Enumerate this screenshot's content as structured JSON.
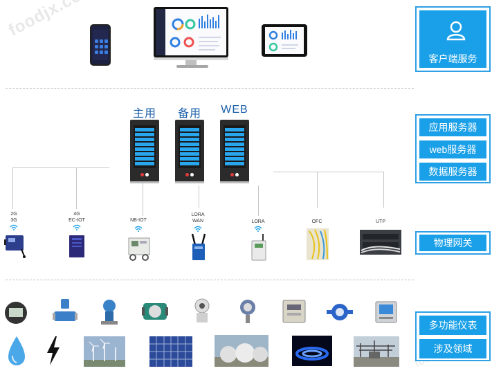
{
  "panels": {
    "client": {
      "label": "客户端服务",
      "icon": "user-icon"
    },
    "servers": {
      "items": [
        "应用服务器",
        "web服务器",
        "数据服务器"
      ]
    },
    "gateway": {
      "label": "物理网关"
    },
    "meters": {
      "items": [
        "多功能仪表",
        "涉及领域"
      ]
    }
  },
  "watermark": "foodjx.com",
  "server_labels": [
    "主用",
    "备用",
    "WEB"
  ],
  "gateways": [
    {
      "label_1": "2G",
      "label_2": "3G"
    },
    {
      "label_1": "4G",
      "label_2": "EC-IOT"
    },
    {
      "label_1": "NB-IOT",
      "label_2": ""
    },
    {
      "label_1": "LORA",
      "label_2": "WAN"
    },
    {
      "label_1": "LORA",
      "label_2": ""
    },
    {
      "label_1": "OFC",
      "label_2": ""
    },
    {
      "label_1": "UTP",
      "label_2": ""
    }
  ],
  "meter_icons": [
    "lcd-meter-icon",
    "flow-meter-icon",
    "pressure-transmitter-icon",
    "water-flow-meter-icon",
    "gas-meter-icon",
    "pressure-gauge-icon",
    "electric-meter-icon",
    "water-meter-icon",
    "power-analyzer-icon"
  ],
  "domain_icons": [
    "water-drop-icon",
    "lightning-icon",
    "wind-turbine-photo",
    "solar-panel-photo",
    "gas-tank-photo",
    "gas-flame-photo",
    "substation-photo"
  ],
  "colors": {
    "accent": "#1aa0e8",
    "panel_border": "#2f9fe6",
    "server_label": "#1a5ea8",
    "slot": "#28a6ee"
  }
}
